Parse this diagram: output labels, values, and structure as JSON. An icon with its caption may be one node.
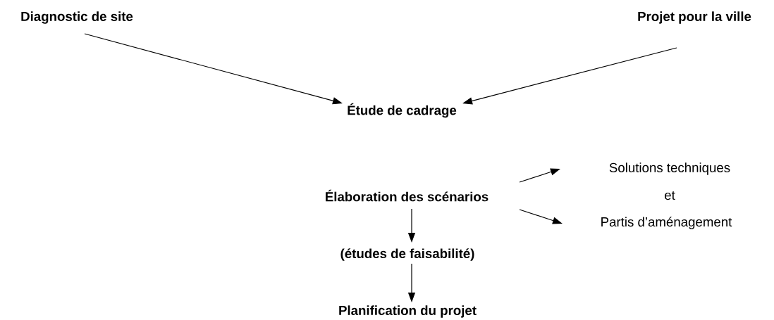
{
  "diagram": {
    "nodes": [
      {
        "text": [
          "Diagnostic de site"
        ]
      },
      {
        "text": [
          "Projet pour la ville"
        ]
      },
      {
        "text": [
          "Étude de cadrage"
        ]
      },
      {
        "text": [
          "Élaboration des scénarios"
        ]
      },
      {
        "text": [
          "Solutions techniques"
        ]
      },
      {
        "text": [
          "Partis d’aménagement"
        ]
      },
      {
        "text": [
          "(études de faisabilité)"
        ]
      },
      {
        "text": [
          "Planification du projet"
        ]
      }
    ],
    "edges": [
      {
        "from": 0,
        "to": 2,
        "arrow": "to"
      },
      {
        "from": 1,
        "to": 2,
        "arrow": "to"
      },
      {
        "from": 3,
        "to": 4,
        "arrow": "to"
      },
      {
        "from": 3,
        "to": 5,
        "arrow": "to"
      },
      {
        "from": 3,
        "to": 6,
        "arrow": "to"
      },
      {
        "from": 6,
        "to": 7,
        "arrow": "to"
      }
    ],
    "labels": [
      "et"
    ]
  }
}
